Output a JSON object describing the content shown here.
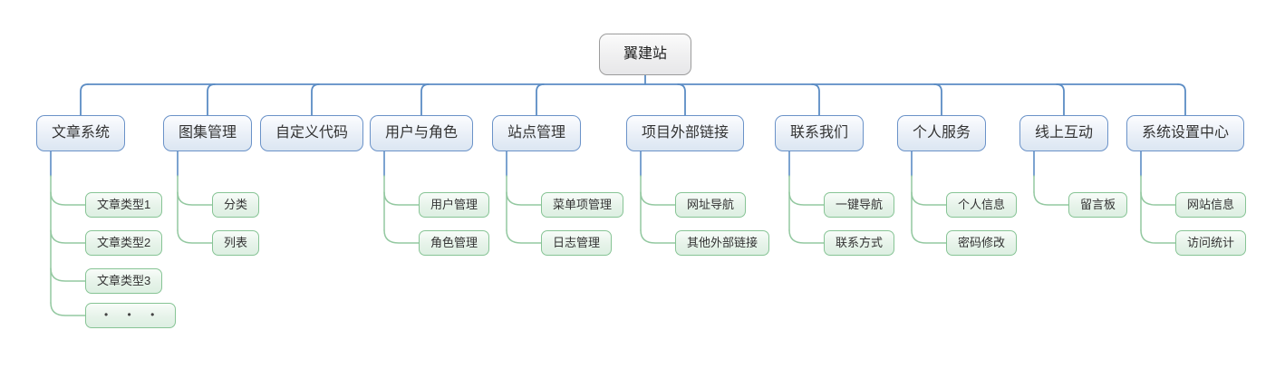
{
  "tree": {
    "root": {
      "label": "翼建站"
    },
    "branches": [
      {
        "label": "文章系统",
        "children": [
          "文章类型1",
          "文章类型2",
          "文章类型3",
          "• • •"
        ]
      },
      {
        "label": "图集管理",
        "children": [
          "分类",
          "列表"
        ]
      },
      {
        "label": "自定义代码",
        "children": []
      },
      {
        "label": "用户与角色",
        "children": [
          "用户管理",
          "角色管理"
        ]
      },
      {
        "label": "站点管理",
        "children": [
          "菜单项管理",
          "日志管理"
        ]
      },
      {
        "label": "项目外部链接",
        "children": [
          "网址导航",
          "其他外部链接"
        ]
      },
      {
        "label": "联系我们",
        "children": [
          "一键导航",
          "联系方式"
        ]
      },
      {
        "label": "个人服务",
        "children": [
          "个人信息",
          "密码修改"
        ]
      },
      {
        "label": "线上互动",
        "children": [
          "留言板"
        ]
      },
      {
        "label": "系统设置中心",
        "children": [
          "网站信息",
          "访问统计"
        ]
      }
    ],
    "colors": {
      "branch_line": "#5b8cc4",
      "leaf_line": "#93c8a0",
      "branch_border": "#6a92c8",
      "leaf_border": "#87c495",
      "root_border": "#9c9c9c"
    }
  }
}
